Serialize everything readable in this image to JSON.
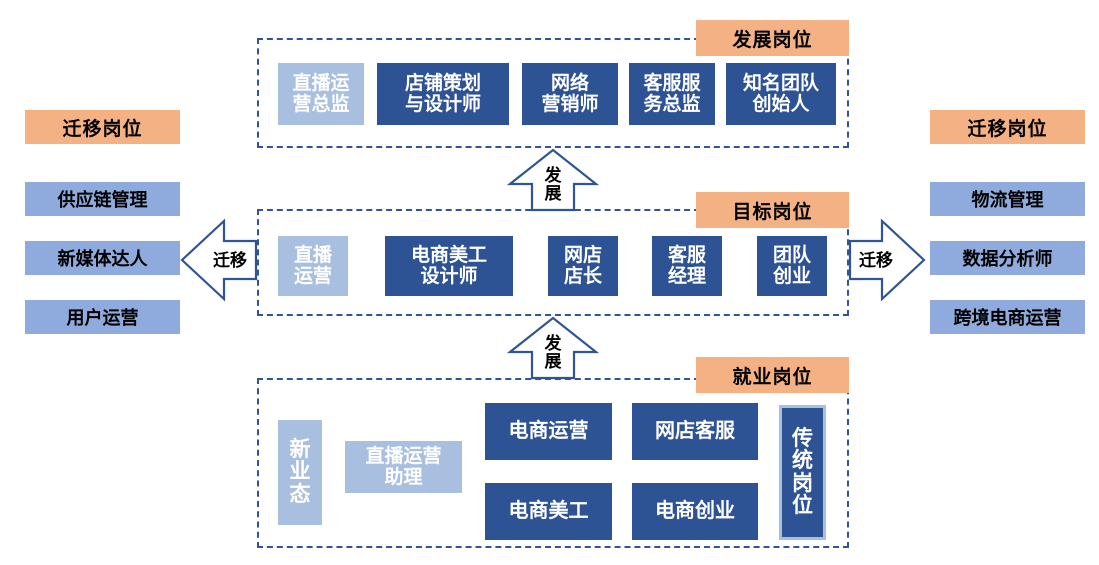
{
  "sections": {
    "development": {
      "tag": "发展岗位",
      "boxes": [
        {
          "text": "直播运\n营总监",
          "style": "light"
        },
        {
          "text": "店铺策划\n与设计师",
          "style": "dark"
        },
        {
          "text": "网络\n营销师",
          "style": "dark"
        },
        {
          "text": "客服服\n务总监",
          "style": "dark"
        },
        {
          "text": "知名团队\n创始人",
          "style": "dark"
        }
      ]
    },
    "target": {
      "tag": "目标岗位",
      "boxes": [
        {
          "text": "直播\n运营",
          "style": "light"
        },
        {
          "text": "电商美工\n设计师",
          "style": "dark"
        },
        {
          "text": "网店\n店长",
          "style": "dark"
        },
        {
          "text": "客服\n经理",
          "style": "dark"
        },
        {
          "text": "团队\n创业",
          "style": "dark"
        }
      ]
    },
    "employment": {
      "tag": "就业岗位",
      "vertical_left": {
        "text": "新\n业\n态",
        "style": "light"
      },
      "assistant": {
        "text": "直播运营\n助理",
        "style": "light"
      },
      "grid": [
        {
          "text": "电商运营",
          "style": "dark"
        },
        {
          "text": "网店客服",
          "style": "dark"
        },
        {
          "text": "电商美工",
          "style": "dark"
        },
        {
          "text": "电商创业",
          "style": "dark"
        }
      ],
      "vertical_right": {
        "text": "传\n统\n岗\n位",
        "style": "outlined"
      }
    }
  },
  "left_column": {
    "tag": "迁移岗位",
    "items": [
      "供应链管理",
      "新媒体达人",
      "用户运营"
    ]
  },
  "right_column": {
    "tag": "迁移岗位",
    "items": [
      "物流管理",
      "数据分析师",
      "跨境电商运营"
    ]
  },
  "arrows": {
    "develop_top": "发\n展",
    "develop_bottom": "发\n展",
    "migrate_left": "迁移",
    "migrate_right": "迁移"
  },
  "colors": {
    "orange_tag": "#f4b183",
    "side_blue": "#8faadc",
    "dark_blue": "#2e5395",
    "light_blue": "#a8bfe0",
    "dash_border": "#2f5597",
    "arrow_stroke": "#2f5597"
  }
}
